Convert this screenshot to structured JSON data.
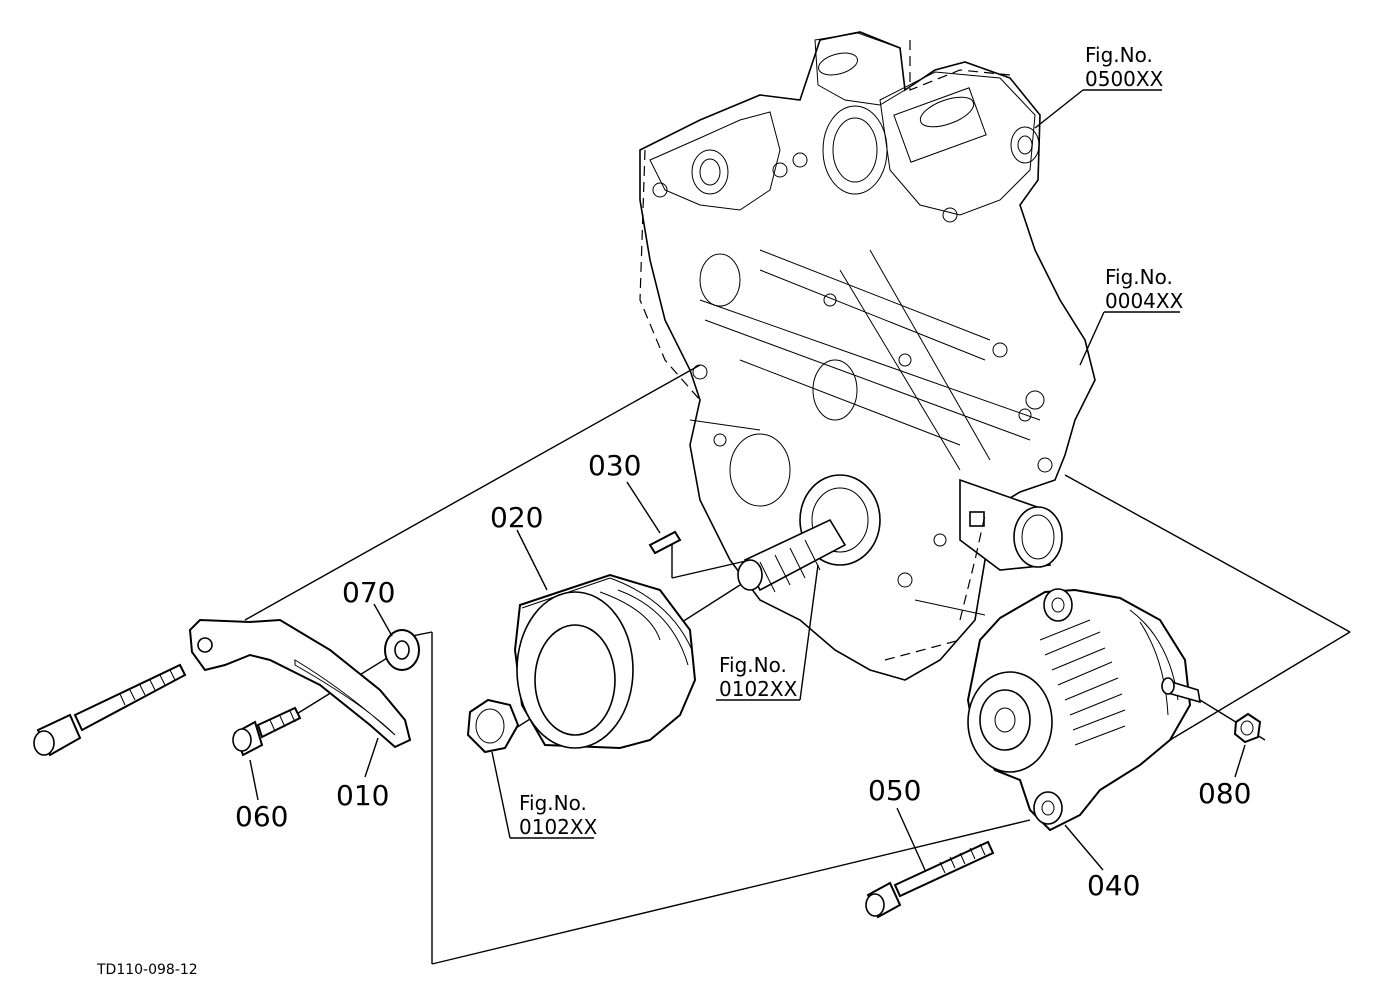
{
  "diagram": {
    "drawing_code": "TD110-098-12",
    "parts": [
      {
        "number": "010",
        "name": "alternator-stay"
      },
      {
        "number": "020",
        "name": "fan-drive-pulley"
      },
      {
        "number": "030",
        "name": "feather-key"
      },
      {
        "number": "040",
        "name": "alternator"
      },
      {
        "number": "050",
        "name": "alternator-bolt"
      },
      {
        "number": "060",
        "name": "stay-bolt"
      },
      {
        "number": "070",
        "name": "plain-washer"
      },
      {
        "number": "080",
        "name": "nut"
      }
    ],
    "figure_refs": [
      {
        "label": "Fig.No.",
        "number": "0500XX"
      },
      {
        "label": "Fig.No.",
        "number": "0004XX"
      },
      {
        "label": "Fig.No.",
        "number": "0102XX"
      },
      {
        "label": "Fig.No.",
        "number": "0102XX"
      }
    ]
  }
}
